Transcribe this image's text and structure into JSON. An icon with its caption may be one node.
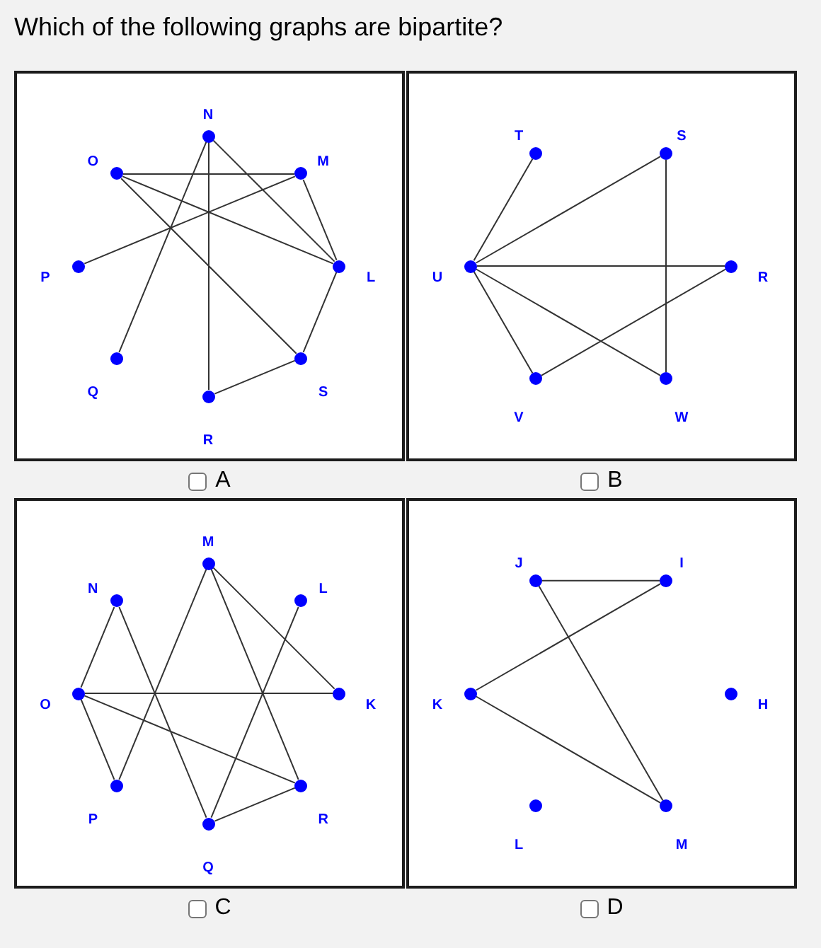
{
  "diagram": {
    "title": "Which of the following graphs are bipartite?",
    "nodes": [
      {
        "text": [],
        "shape": "box",
        "beside": [
          "A"
        ]
      },
      {
        "text": [],
        "shape": "circle",
        "in": 0,
        "beside": [
          "N"
        ]
      },
      {
        "text": [],
        "shape": "circle",
        "in": 0,
        "beside": [
          "O"
        ]
      },
      {
        "text": [],
        "shape": "circle",
        "in": 0,
        "beside": [
          "M"
        ]
      },
      {
        "text": [],
        "shape": "circle",
        "in": 0,
        "beside": [
          "P"
        ]
      },
      {
        "text": [],
        "shape": "circle",
        "in": 0,
        "beside": [
          "L"
        ]
      },
      {
        "text": [],
        "shape": "circle",
        "in": 0,
        "beside": [
          "Q"
        ]
      },
      {
        "text": [],
        "shape": "circle",
        "in": 0,
        "beside": [
          "S"
        ]
      },
      {
        "text": [],
        "shape": "circle",
        "in": 0,
        "beside": [
          "R"
        ]
      },
      {
        "text": [],
        "shape": "box",
        "beside": [
          "B"
        ]
      },
      {
        "text": [],
        "shape": "circle",
        "in": 9,
        "beside": [
          "T"
        ]
      },
      {
        "text": [],
        "shape": "circle",
        "in": 9,
        "beside": [
          "S"
        ]
      },
      {
        "text": [],
        "shape": "circle",
        "in": 9,
        "beside": [
          "U"
        ]
      },
      {
        "text": [],
        "shape": "circle",
        "in": 9,
        "beside": [
          "R"
        ]
      },
      {
        "text": [],
        "shape": "circle",
        "in": 9,
        "beside": [
          "V"
        ]
      },
      {
        "text": [],
        "shape": "circle",
        "in": 9,
        "beside": [
          "W"
        ]
      },
      {
        "text": [],
        "shape": "box",
        "beside": [
          "C"
        ]
      },
      {
        "text": [],
        "shape": "circle",
        "in": 16,
        "beside": [
          "M"
        ]
      },
      {
        "text": [],
        "shape": "circle",
        "in": 16,
        "beside": [
          "N"
        ]
      },
      {
        "text": [],
        "shape": "circle",
        "in": 16,
        "beside": [
          "L"
        ]
      },
      {
        "text": [],
        "shape": "circle",
        "in": 16,
        "beside": [
          "O"
        ]
      },
      {
        "text": [],
        "shape": "circle",
        "in": 16,
        "beside": [
          "K"
        ]
      },
      {
        "text": [],
        "shape": "circle",
        "in": 16,
        "beside": [
          "P"
        ]
      },
      {
        "text": [],
        "shape": "circle",
        "in": 16,
        "beside": [
          "R"
        ]
      },
      {
        "text": [],
        "shape": "circle",
        "in": 16,
        "beside": [
          "Q"
        ]
      },
      {
        "text": [],
        "shape": "box",
        "beside": [
          "D"
        ]
      },
      {
        "text": [],
        "shape": "circle",
        "in": 25,
        "beside": [
          "J"
        ]
      },
      {
        "text": [],
        "shape": "circle",
        "in": 25,
        "beside": [
          "I"
        ]
      },
      {
        "text": [],
        "shape": "circle",
        "in": 25,
        "beside": [
          "K"
        ]
      },
      {
        "text": [],
        "shape": "circle",
        "in": 25,
        "beside": [
          "H"
        ]
      },
      {
        "text": [],
        "shape": "circle",
        "in": 25,
        "beside": [
          "L"
        ]
      },
      {
        "text": [],
        "shape": "circle",
        "in": 25,
        "beside": [
          "M"
        ]
      }
    ],
    "edges": [
      {
        "from": 2,
        "to": 3,
        "arrow": "none"
      },
      {
        "from": 2,
        "to": 5,
        "arrow": "none"
      },
      {
        "from": 2,
        "to": 7,
        "arrow": "none"
      },
      {
        "from": 1,
        "to": 6,
        "arrow": "none"
      },
      {
        "from": 1,
        "to": 8,
        "arrow": "none"
      },
      {
        "from": 1,
        "to": 5,
        "arrow": "none"
      },
      {
        "from": 3,
        "to": 4,
        "arrow": "none"
      },
      {
        "from": 3,
        "to": 5,
        "arrow": "none"
      },
      {
        "from": 5,
        "to": 7,
        "arrow": "none"
      },
      {
        "from": 7,
        "to": 8,
        "arrow": "none"
      },
      {
        "from": 12,
        "to": 10,
        "arrow": "none"
      },
      {
        "from": 12,
        "to": 11,
        "arrow": "none"
      },
      {
        "from": 12,
        "to": 13,
        "arrow": "none"
      },
      {
        "from": 12,
        "to": 14,
        "arrow": "none"
      },
      {
        "from": 12,
        "to": 15,
        "arrow": "none"
      },
      {
        "from": 11,
        "to": 15,
        "arrow": "none"
      },
      {
        "from": 14,
        "to": 13,
        "arrow": "none"
      },
      {
        "from": 18,
        "to": 20,
        "arrow": "none"
      },
      {
        "from": 18,
        "to": 24,
        "arrow": "none"
      },
      {
        "from": 20,
        "to": 22,
        "arrow": "none"
      },
      {
        "from": 20,
        "to": 21,
        "arrow": "none"
      },
      {
        "from": 20,
        "to": 23,
        "arrow": "none"
      },
      {
        "from": 17,
        "to": 22,
        "arrow": "none"
      },
      {
        "from": 17,
        "to": 23,
        "arrow": "none"
      },
      {
        "from": 17,
        "to": 21,
        "arrow": "none"
      },
      {
        "from": 19,
        "to": 24,
        "arrow": "none"
      },
      {
        "from": 24,
        "to": 23,
        "arrow": "none"
      },
      {
        "from": 26,
        "to": 27,
        "arrow": "none"
      },
      {
        "from": 27,
        "to": 28,
        "arrow": "none"
      },
      {
        "from": 26,
        "to": 31,
        "arrow": "none"
      },
      {
        "from": 28,
        "to": 31,
        "arrow": "none"
      }
    ]
  }
}
